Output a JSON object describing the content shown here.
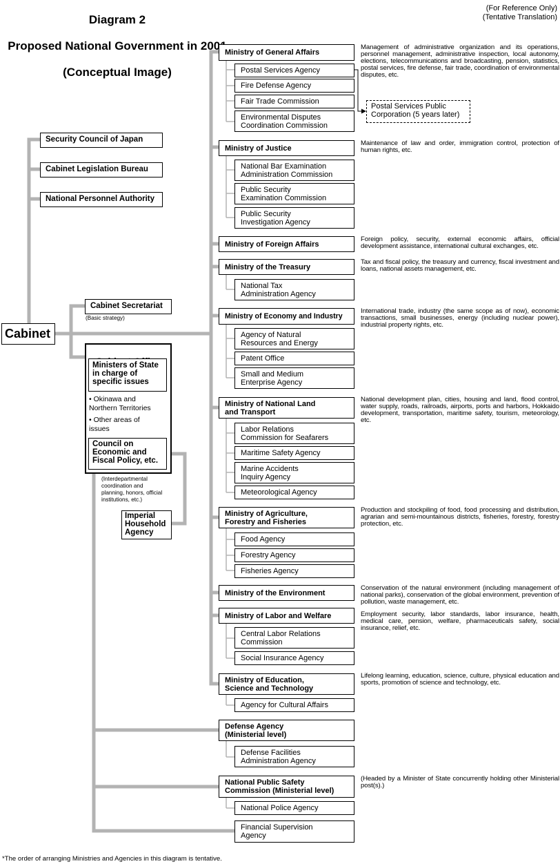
{
  "header": {
    "title_line1": "Diagram 2",
    "title_line2": "Proposed National Government in 2001",
    "title_line3": "(Conceptual Image)",
    "reference_note": "(For Reference Only)\n(Tentative Translation)"
  },
  "cabinet": "Cabinet",
  "councils": [
    "Security Council of Japan",
    "Cabinet Legislation Bureau",
    "National Personnel Authority"
  ],
  "cabinet_secretariat": {
    "label": "Cabinet Secretariat",
    "note": "(Basic strategy)"
  },
  "cabinet_office": {
    "title": "Cabinet Office",
    "ministers_of_state": "Ministers of State\nin charge of\nspecific issues",
    "bullets": [
      "• Okinawa and\n   Northern Territories",
      "• Other areas of\n   issues"
    ],
    "council": "Council on\nEconomic and\nFiscal Policy, etc.",
    "note": "(Interdepartmental\ncoordination and\nplanning, honors, official\ninstitutions, etc.)"
  },
  "imperial_household": "Imperial\nHousehold\nAgency",
  "postal_corporation": "Postal Services Public\nCorporation (5 years later)",
  "ministries": [
    {
      "name": "Ministry of General Affairs",
      "desc": "Management of administrative organization and its operations, personnel management, administrative inspection, local autonomy, elections, telecommunications and broadcasting, pension, statistics, postal services, fire defense, fair trade, coordination of environmental disputes, etc.",
      "agencies": [
        "Postal Services Agency",
        "Fire Defense Agency",
        "Fair Trade Commission",
        "Environmental Disputes\nCoordination Commission"
      ]
    },
    {
      "name": "Ministry of Justice",
      "desc": "Maintenance of law and order, immigration control, protection of human rights, etc.",
      "agencies": [
        "National Bar Examination\nAdministration Commission",
        "Public Security\nExamination Commission",
        "Public Security\nInvestigation Agency"
      ]
    },
    {
      "name": "Ministry of Foreign Affairs",
      "desc": "Foreign policy, security, external economic affairs, official development assistance, international cultural exchanges, etc.",
      "agencies": []
    },
    {
      "name": "Ministry of the Treasury",
      "desc": "Tax and fiscal policy, the treasury and currency, fiscal investment and loans, national assets management, etc.",
      "agencies": [
        "National Tax\nAdministration Agency"
      ]
    },
    {
      "name": "Ministry of Economy and Industry",
      "desc": "International trade, industry (the same scope as of now), economic transactions, small businesses, energy (including nuclear power), industrial property rights, etc.",
      "agencies": [
        "Agency of Natural\nResources and Energy",
        "Patent Office",
        "Small and Medium\nEnterprise Agency"
      ]
    },
    {
      "name": "Ministry of National Land\nand Transport",
      "desc": "National development plan, cities, housing and land, flood control, water supply, roads, railroads, airports, ports and harbors, Hokkaido development, transportation, maritime safety, tourism, meteorology, etc.",
      "agencies": [
        "Labor Relations\nCommission for Seafarers",
        "Maritime Safety Agency",
        "Marine Accidents\nInquiry Agency",
        "Meteorological Agency"
      ]
    },
    {
      "name": "Ministry of Agriculture,\nForestry and Fisheries",
      "desc": "Production and stockpiling of food, food processing and distribution, agrarian and semi-mountainous districts, fisheries, forestry, forestry protection, etc.",
      "agencies": [
        "Food Agency",
        "Forestry Agency",
        "Fisheries Agency"
      ]
    },
    {
      "name": "Ministry of the Environment",
      "desc": "Conservation of the natural environment (including management of national parks), conservation of the global environment, prevention of pollution, waste management, etc.",
      "agencies": []
    },
    {
      "name": "Ministry of Labor and Welfare",
      "desc": "Employment security, labor standards, labor insurance, health, medical care, pension, welfare, pharmaceuticals safety, social insurance, relief, etc.",
      "agencies": [
        "Central Labor Relations\nCommission",
        "Social Insurance Agency"
      ]
    },
    {
      "name": "Ministry of Education,\nScience and Technology",
      "desc": "Lifelong learning, education, science, culture, physical education and sports, promotion of science and technology, etc.",
      "agencies": [
        "Agency for Cultural Affairs"
      ]
    }
  ],
  "defense_agency": {
    "name": "Defense Agency\n(Ministerial level)",
    "agencies": [
      "Defense Facilities\nAdministration Agency"
    ]
  },
  "public_safety": {
    "name": "National Public Safety\nCommission (Ministerial level)",
    "desc": "(Headed by a Minister of State concurrently holding other Ministerial post(s).)",
    "agencies": [
      "National Police Agency"
    ]
  },
  "financial_supervision": "Financial Supervision\nAgency",
  "footnote": "*The order of arranging Ministries and Agencies in this diagram is tentative.",
  "colors": {
    "connector": "#b3b3b3",
    "box_border": "#000000",
    "text": "#000000"
  }
}
